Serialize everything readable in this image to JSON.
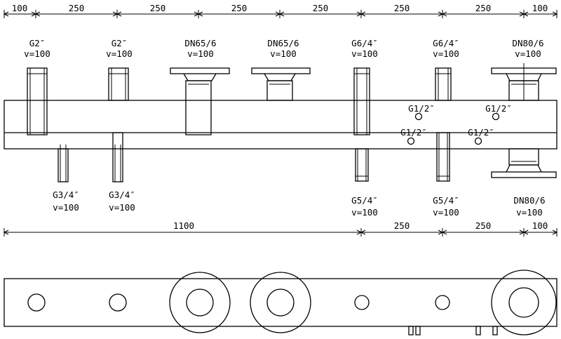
{
  "dimensions_top": [
    "100",
    "250",
    "250",
    "250",
    "250",
    "250",
    "250",
    "100"
  ],
  "dimensions_bottom": [
    "1100",
    "250",
    "250",
    "100"
  ],
  "top_nozzles": [
    {
      "size": "G2″",
      "flow": "v=100"
    },
    {
      "size": "G2″",
      "flow": "v=100"
    },
    {
      "size": "DN65/6",
      "flow": "v=100"
    },
    {
      "size": "DN65/6",
      "flow": "v=100"
    },
    {
      "size": "G6/4″",
      "flow": "v=100"
    },
    {
      "size": "G6/4″",
      "flow": "v=100"
    },
    {
      "size": "DN80/6",
      "flow": "v=100"
    }
  ],
  "bottom_nozzles": [
    {
      "size": "G3/4″",
      "flow": "v=100"
    },
    {
      "size": "G3/4″",
      "flow": "v=100"
    },
    {
      "size": "G5/4″",
      "flow": "v=100"
    },
    {
      "size": "G5/4″",
      "flow": "v=100"
    },
    {
      "size": "DN80/6",
      "flow": "v=100"
    }
  ],
  "side_ports": [
    "G1/2″",
    "G1/2″",
    "G1/2″",
    "G1/2″"
  ]
}
